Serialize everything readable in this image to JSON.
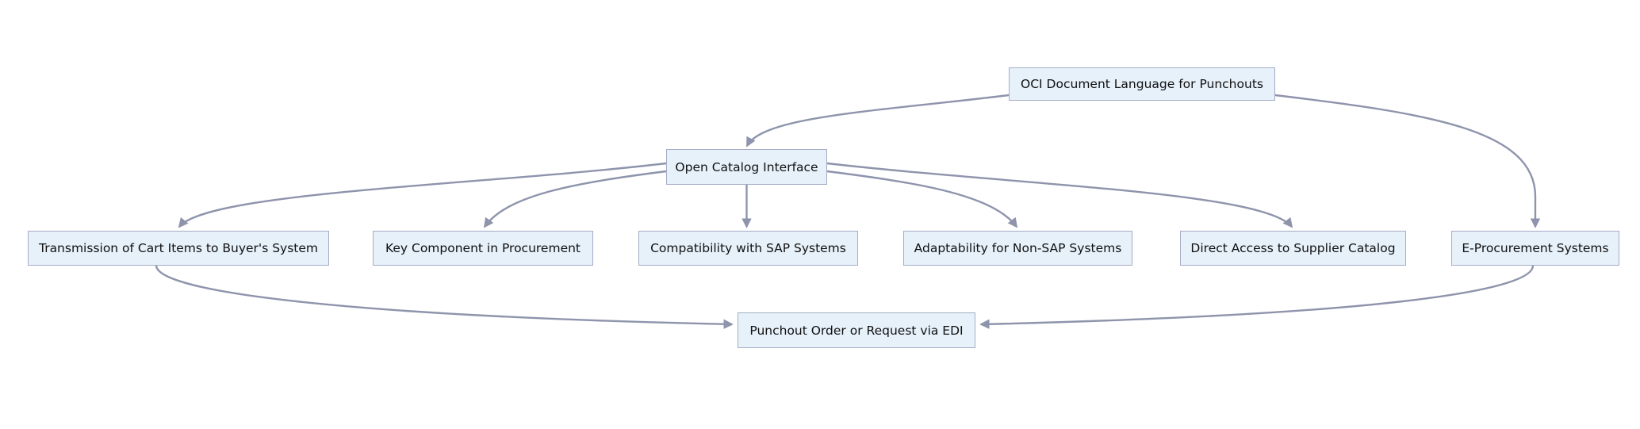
{
  "diagram": {
    "type": "flowchart",
    "direction": "top-down",
    "background": "#ffffff",
    "colors": {
      "node_fill": "#e6f1fa",
      "node_border": "#a5adc4",
      "edge_line": "#8e94ac",
      "text": "#111111"
    },
    "nodes": {
      "oci_document_language": {
        "label": "OCI Document Language for Punchouts"
      },
      "open_catalog_interface": {
        "label": "Open Catalog Interface"
      },
      "transmission_cart_items": {
        "label": "Transmission of Cart Items to Buyer's System"
      },
      "key_component_procurement": {
        "label": "Key Component in Procurement"
      },
      "compatibility_sap": {
        "label": "Compatibility with SAP Systems"
      },
      "adaptability_non_sap": {
        "label": "Adaptability for Non-SAP Systems"
      },
      "direct_access_supplier": {
        "label": "Direct Access to Supplier Catalog"
      },
      "e_procurement_systems": {
        "label": "E-Procurement Systems"
      },
      "punchout_order_edi": {
        "label": "Punchout Order or Request via EDI"
      }
    },
    "edges": [
      {
        "from": "oci_document_language",
        "to": "open_catalog_interface"
      },
      {
        "from": "oci_document_language",
        "to": "e_procurement_systems"
      },
      {
        "from": "open_catalog_interface",
        "to": "transmission_cart_items"
      },
      {
        "from": "open_catalog_interface",
        "to": "key_component_procurement"
      },
      {
        "from": "open_catalog_interface",
        "to": "compatibility_sap"
      },
      {
        "from": "open_catalog_interface",
        "to": "adaptability_non_sap"
      },
      {
        "from": "open_catalog_interface",
        "to": "direct_access_supplier"
      },
      {
        "from": "transmission_cart_items",
        "to": "punchout_order_edi"
      },
      {
        "from": "e_procurement_systems",
        "to": "punchout_order_edi"
      }
    ]
  }
}
